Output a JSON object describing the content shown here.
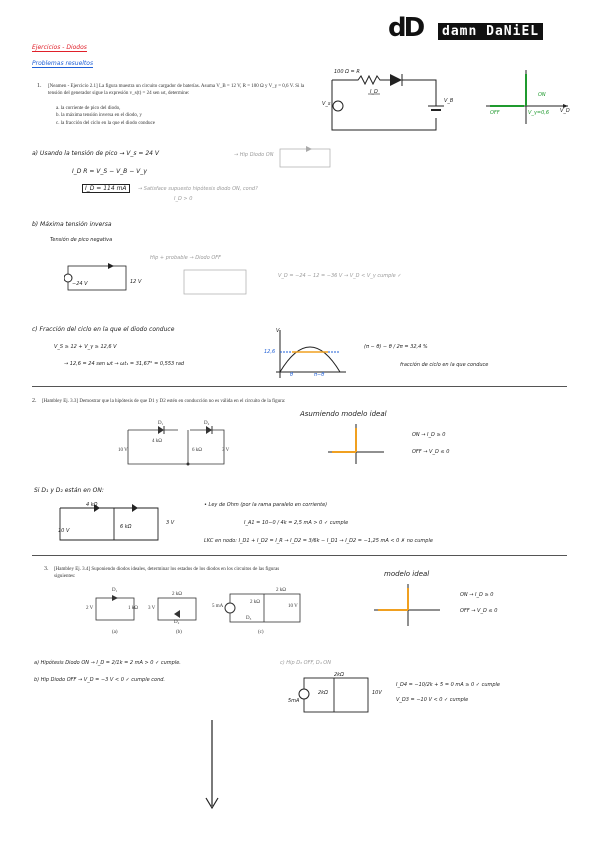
{
  "logo": {
    "mark": "dD",
    "text": "damn DaNiEL"
  },
  "header": {
    "title": "Ejercicios - Diodos",
    "subtitle": "Problemas resueltos"
  },
  "p1": {
    "number": "1.",
    "text": "[Neamen - Ejercicio 2.1] La figura muestra un circuito cargador de baterías. Asuma V_B = 12 V, R = 100 Ω y V_γ = 0,6 V. Si la tensión del generador sigue la expresión v_s(t) = 24 sen ωt, determine:",
    "items": [
      "a.  la corriente de pico del diodo,",
      "b.  la máxima tensión inversa en el diodo, y",
      "c.  la fracción del ciclo en la que el diodo conduce"
    ],
    "circuit": {
      "r_label": "100 Ω = R",
      "vs_label": "V_s",
      "vb_label": "V_B",
      "i_label": "I_D"
    },
    "graph": {
      "on": "ON",
      "off": "OFF",
      "vg": "V_γ=0,6",
      "vd": "V_D"
    },
    "a_title": "a) Usando la tensión de pico → V_s = 24 V",
    "a_note": "→ Hip Diodo ON",
    "a_eq1": "I_D R = V_S − V_B − V_γ",
    "a_eq2": "I_D = 114 mA",
    "a_note2": "→ Satisface supuesto hipótesis diodo ON, cond?",
    "a_note3": "I_D > 0",
    "b_title": "b) Máxima tensión inversa",
    "b_sub": "Tensión de pico negativa",
    "b_v1": "−24 V",
    "b_v2": "12 V",
    "b_hip": "Hip + probable → Diodo OFF",
    "b_eq": "V_D = −24 − 12 = −36 V  → V_D < V_γ  cumple ✓",
    "c_title": "c) Fracción del ciclo en la que el diodo conduce",
    "c_eq1": "V_S ≥ 12 + V_γ ≥ 12,6 V",
    "c_eq2": "→ 12,6 = 24 sen ωt → ωt₁ = 31,67° = 0,553 rad",
    "c_frac": "(π − θ) − θ / 2π = 32,4 %",
    "c_note": "fracción de ciclo en la que conduce",
    "c_axis": [
      "12,6",
      "θ",
      "π−θ",
      "V"
    ]
  },
  "p2": {
    "number": "2.",
    "text": "[Hambley Ej. 3.3] Demostrar que la hipótesis de que D1 y D2 estén en conducción no es válida en el circuito de la figura:",
    "circuit": {
      "d1": "D₁",
      "d2": "D₂",
      "r1": "4 kΩ",
      "r2": "6 kΩ",
      "v1": "10 V",
      "v2": "3 V"
    },
    "model_title": "Asumiendo modelo ideal",
    "model_on": "ON → I_D ≥ 0",
    "model_off": "OFF → V_D ≤ 0",
    "hyp": "Si D₁ y D₂ están en ON:",
    "kvl": "• Ley de Ohm (por la rama paralelo en corriente)",
    "eq1": "I_A1 = 10−0 / 4k = 2,5 mA > 0 ✓ cumple",
    "eq2": "LKC en nodo: I_D1 + I_D2 = I_R → I_D2 = 3/6k − I_D1 → I_D2 = −1,25 mA < 0 ✗ no cumple",
    "labels": [
      "10 V",
      "4 kΩ",
      "6 kΩ",
      "3 V"
    ]
  },
  "p3": {
    "number": "3.",
    "text": "[Hambley Ej. 3.4] Suponiendo diodos ideales, determinar los estados de los diodos en los circuitos de las figuras siguientes:",
    "circuits": [
      {
        "caption": "(a)",
        "v": "2 V",
        "r": "1 kΩ",
        "d": "D₁"
      },
      {
        "caption": "(b)",
        "v": "3 V",
        "r": "2 kΩ",
        "d": "D₂"
      },
      {
        "caption": "(c)",
        "v1": "5 mA",
        "r1": "2 kΩ",
        "r2": "2 kΩ",
        "v2": "10 V",
        "d": "D₃"
      }
    ],
    "model_title": "modelo ideal",
    "model_on": "ON → I_D ≥ 0",
    "model_off": "OFF → V_D ≤ 0",
    "a": "a) Hipótesis Diodo ON → I_D = 2/1k = 2 mA > 0 ✓ cumple.",
    "b": "b) Hip Diodo OFF → V_D = −3 V < 0 ✓ cumple cond.",
    "c": "c) Hip D₃ OFF, D₄ ON",
    "c_eq1": "I_D4 = −10/2k + 5 = 0 mA ≥ 0 ✓ cumple",
    "c_eq2": "V_D3 = −10 V < 0 ✓ cumple",
    "c_labels": [
      "2kΩ",
      "5mA",
      "2kΩ",
      "10V"
    ]
  },
  "colors": {
    "red": "#e0202a",
    "blue": "#1f5fd6",
    "green": "#1f9a2e",
    "orange": "#f0a020"
  }
}
